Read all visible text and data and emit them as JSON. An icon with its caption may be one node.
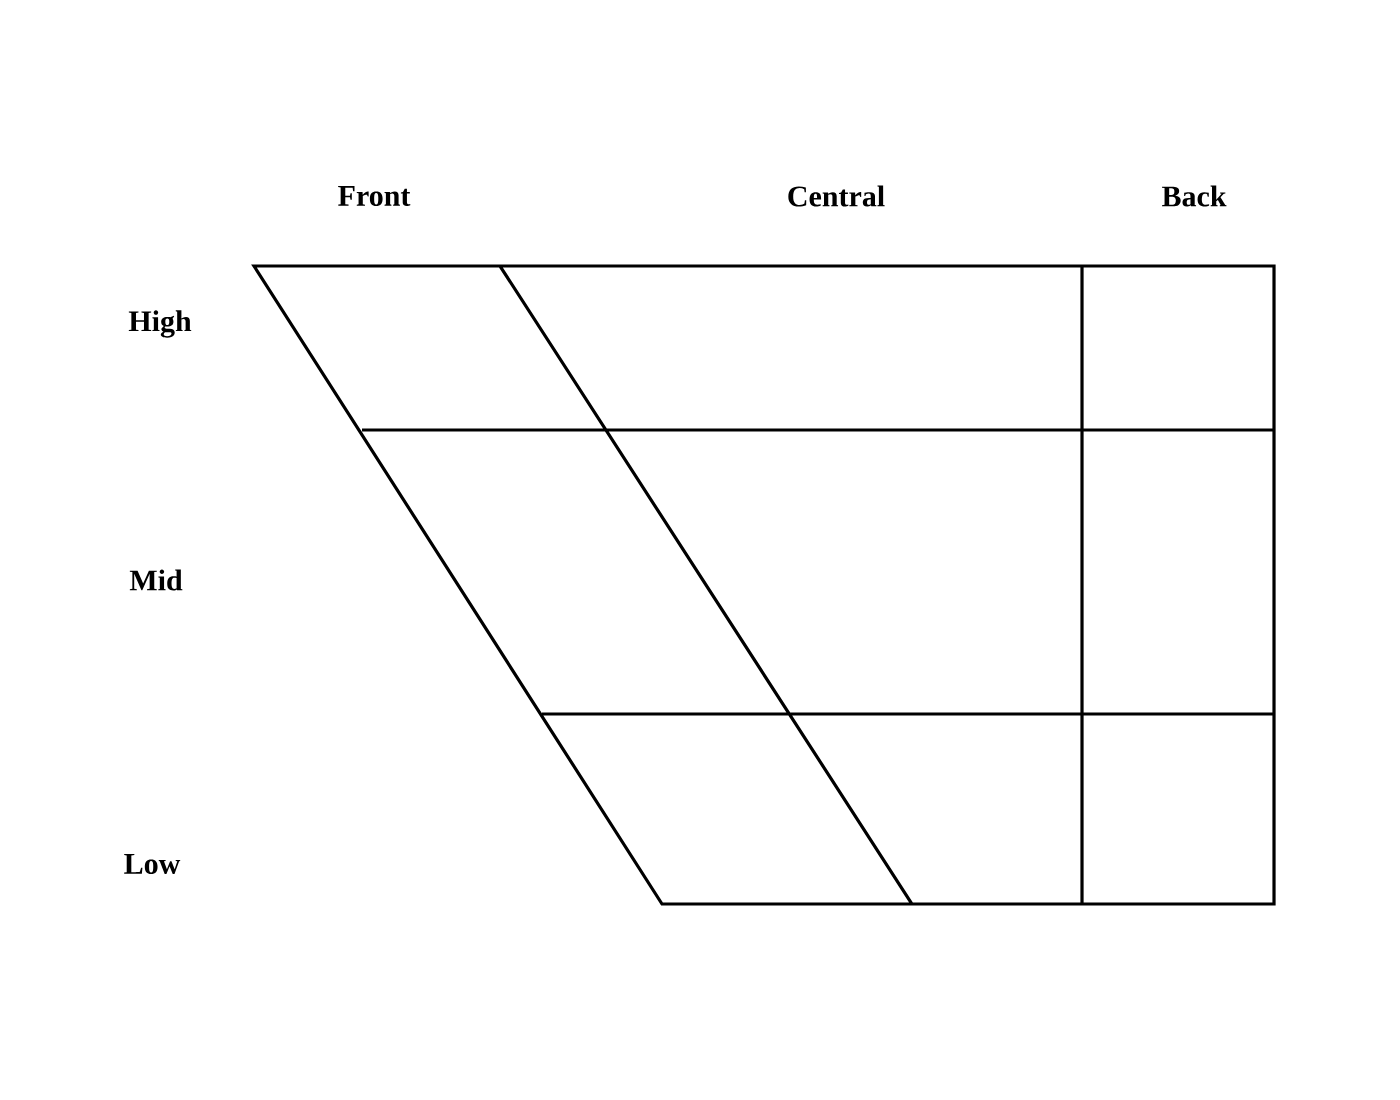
{
  "diagram": {
    "labels": [
      "Front",
      "Central",
      "Back",
      "High",
      "Mid",
      "Low"
    ]
  }
}
